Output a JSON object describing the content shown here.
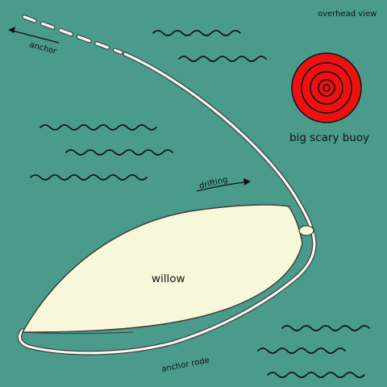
{
  "colors": {
    "water": "#4a9b8b",
    "boat_fill": "#f8f7d9",
    "boat_stroke": "#3a3a3a",
    "rope": "#f6f6f6",
    "buoy_red": "#ee1111",
    "line": "#111111"
  },
  "labels": {
    "view": "overhead view",
    "anchor": "anchor",
    "buoy": "big scary buoy",
    "drifting": "drifting",
    "boat_name": "willow",
    "rode": "anchor rode"
  },
  "icons": {
    "anchor_arrow": "arrow-left-icon",
    "drift_arrow": "arrow-right-icon",
    "buoy": "buoy-icon",
    "waves": "wave-icon"
  }
}
